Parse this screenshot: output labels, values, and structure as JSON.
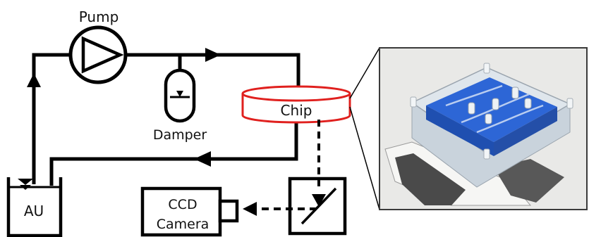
{
  "labels": {
    "pump": "Pump",
    "damper": "Damper",
    "chip": "Chip",
    "au": "AU",
    "ccd_line1": "CCD",
    "ccd_line2": "Camera"
  },
  "colors": {
    "line": "#000000",
    "chip": "#e0201e",
    "photo_frame": "#3a3a3a",
    "photo_bg": "#e9e9e7",
    "chip_blue": "#2d66d6"
  }
}
